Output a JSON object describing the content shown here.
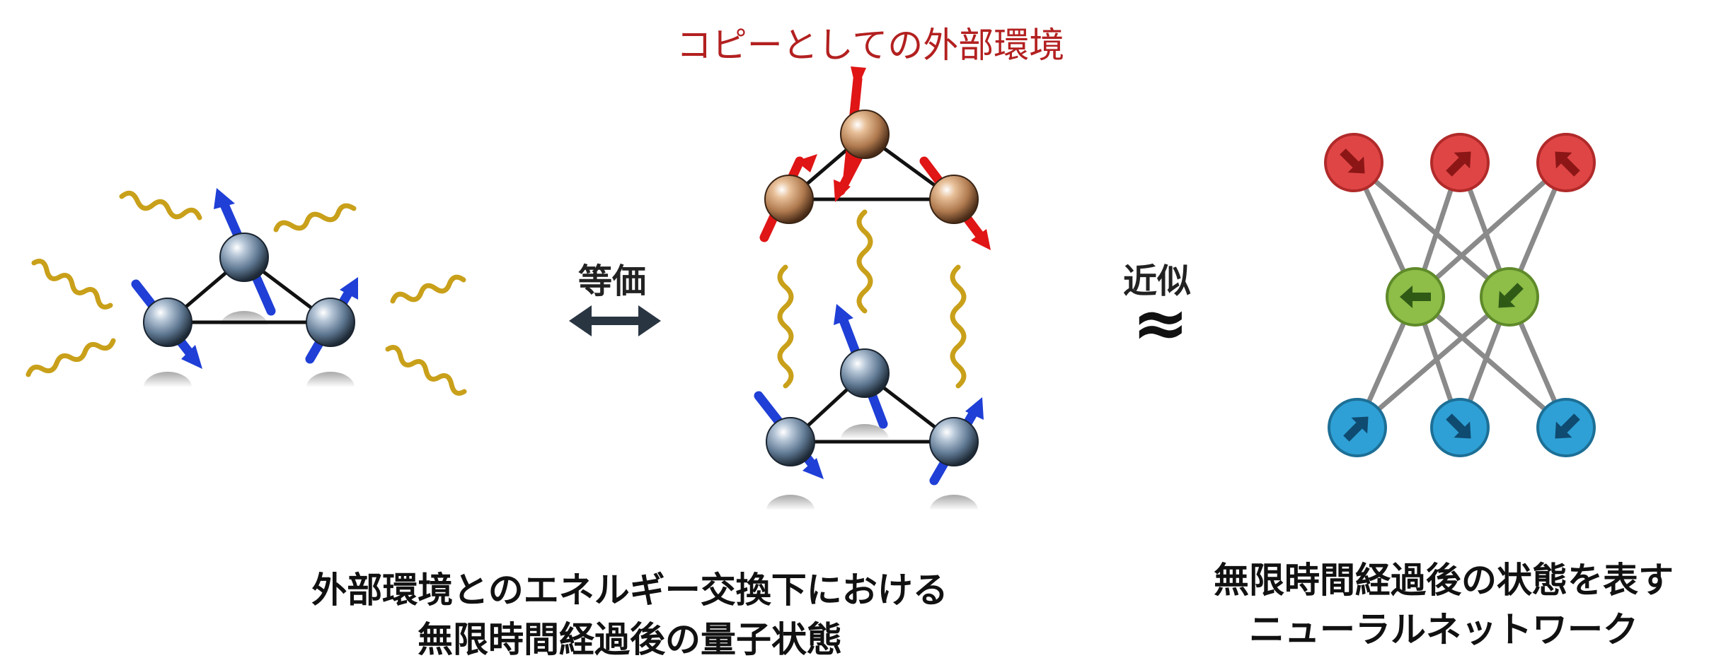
{
  "labels": {
    "copy_environment": "コピーとしての外部環境",
    "equivalent": "等価",
    "approximate": "近似",
    "approx_symbol": "≈"
  },
  "captions": {
    "left_line1": "外部環境とのエネルギー交換下における",
    "left_line2": "無限時間経過後の量子状態",
    "right_line1": "無限時間経過後の状態を表す",
    "right_line2": "ニューラルネットワーク"
  },
  "colors": {
    "spin_atom": "#6f88a3",
    "copy_atom": "#c08a5f",
    "spin_arrow_blue": "#1f3fd6",
    "spin_arrow_red": "#e01515",
    "wave": "#c9a01a",
    "double_arrow": "#2a3542",
    "nn_visible": "#e04545",
    "nn_hidden": "#8ebd48",
    "nn_output": "#2ea0d6",
    "nn_edge": "#8a8a8a",
    "copy_label": "#b32020"
  },
  "network": {
    "layers": [
      {
        "name": "top",
        "color": "red",
        "arrows": [
          "down-right",
          "up-right",
          "up-left"
        ]
      },
      {
        "name": "middle",
        "color": "green",
        "arrows": [
          "left",
          "down-left"
        ]
      },
      {
        "name": "bottom",
        "color": "blue",
        "arrows": [
          "up-right",
          "down-right",
          "down-left"
        ]
      }
    ]
  }
}
